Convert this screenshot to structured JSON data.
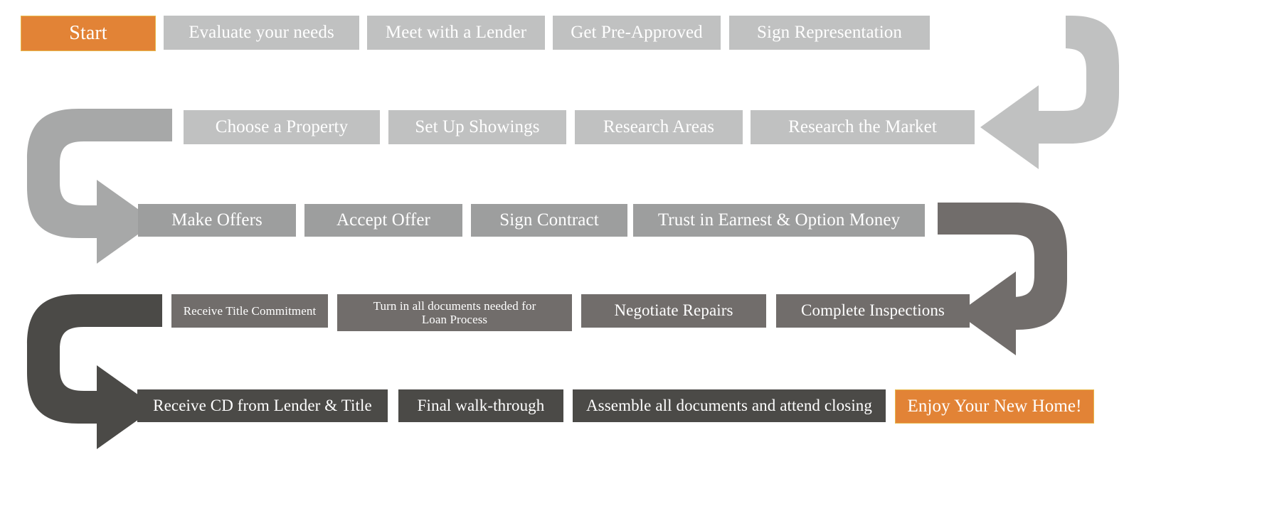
{
  "diagram": {
    "title": "Home Buying Process Flowchart",
    "flow_direction": "serpentine",
    "colors": {
      "accent_orange": "#e28336",
      "accent_border": "#e8b84b",
      "tier1_gray": "#c0c1c1",
      "tier1_dark_gray": "#a7a8a8",
      "tier2_gray": "#9d9e9e",
      "tier3_gray": "#716d6b",
      "tier3_dark_gray": "#57534f",
      "tier4_gray": "#4b4a47",
      "text": "#ffffff",
      "background": "#ffffff"
    }
  },
  "rows": [
    {
      "id": "row-1",
      "direction": "left-to-right",
      "nodes": [
        {
          "label": "Start",
          "style": "accent"
        },
        {
          "label": "Evaluate your needs",
          "style": "tier1"
        },
        {
          "label": "Meet with a Lender",
          "style": "tier1"
        },
        {
          "label": "Get Pre-Approved",
          "style": "tier1"
        },
        {
          "label": "Sign Representation",
          "style": "tier1"
        }
      ]
    },
    {
      "id": "row-2",
      "direction": "right-to-left",
      "nodes": [
        {
          "label": "Choose a Property",
          "style": "tier1"
        },
        {
          "label": "Set Up Showings",
          "style": "tier1"
        },
        {
          "label": "Research Areas",
          "style": "tier1"
        },
        {
          "label": "Research the Market",
          "style": "tier1"
        }
      ]
    },
    {
      "id": "row-3",
      "direction": "left-to-right",
      "nodes": [
        {
          "label": "Make Offers",
          "style": "tier2"
        },
        {
          "label": "Accept Offer",
          "style": "tier2"
        },
        {
          "label": "Sign Contract",
          "style": "tier2"
        },
        {
          "label": "Trust in Earnest & Option Money",
          "style": "tier2"
        }
      ]
    },
    {
      "id": "row-4",
      "direction": "right-to-left",
      "nodes": [
        {
          "label": "Receive Title Commitment",
          "style": "tier3"
        },
        {
          "label": "Turn in all documents needed for Loan Process",
          "style": "tier3",
          "lines": [
            "Turn in all documents needed for",
            "Loan Process"
          ]
        },
        {
          "label": "Negotiate Repairs",
          "style": "tier3"
        },
        {
          "label": "Complete Inspections",
          "style": "tier3"
        }
      ]
    },
    {
      "id": "row-5",
      "direction": "left-to-right",
      "nodes": [
        {
          "label": "Receive CD from Lender & Title",
          "style": "tier4"
        },
        {
          "label": "Final walk-through",
          "style": "tier4"
        },
        {
          "label": "Assemble all documents and attend closing",
          "style": "tier4"
        },
        {
          "label": "Enjoy Your New Home!",
          "style": "accent"
        }
      ]
    }
  ],
  "connectors": [
    {
      "name": "u-turn-right-row1-to-row2",
      "from": "row-1",
      "to": "row-2",
      "side": "right",
      "color": "#c0c1c1"
    },
    {
      "name": "u-turn-left-row2-to-row3",
      "from": "row-2",
      "to": "row-3",
      "side": "left",
      "color": "#a7a8a8"
    },
    {
      "name": "u-turn-right-row3-to-row4",
      "from": "row-3",
      "to": "row-4",
      "side": "right",
      "color": "#716d6b"
    },
    {
      "name": "u-turn-left-row4-to-row5",
      "from": "row-4",
      "to": "row-5",
      "side": "left",
      "color": "#4b4a47"
    }
  ]
}
